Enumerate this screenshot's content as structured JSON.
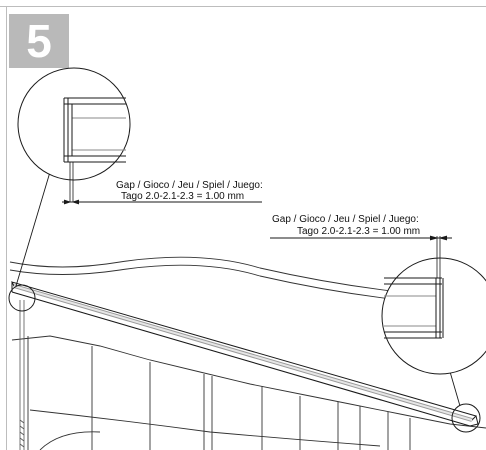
{
  "step": {
    "number": "5"
  },
  "callouts": [
    {
      "line1": "Gap / Gioco / Jeu / Spiel / Juego:",
      "line2": "Tago 2.0-2.1-2.3 = 1.00 mm"
    },
    {
      "line1": "Gap / Gioco / Jeu / Spiel / Juego:",
      "line2": "Tago 2.0-2.1-2.3 = 1.00 mm"
    }
  ],
  "colors": {
    "line": "#1a1a1a",
    "frame": "#bdbdbd",
    "badge": "#b9b9b9",
    "bar_fill": "#e6e6e6"
  }
}
